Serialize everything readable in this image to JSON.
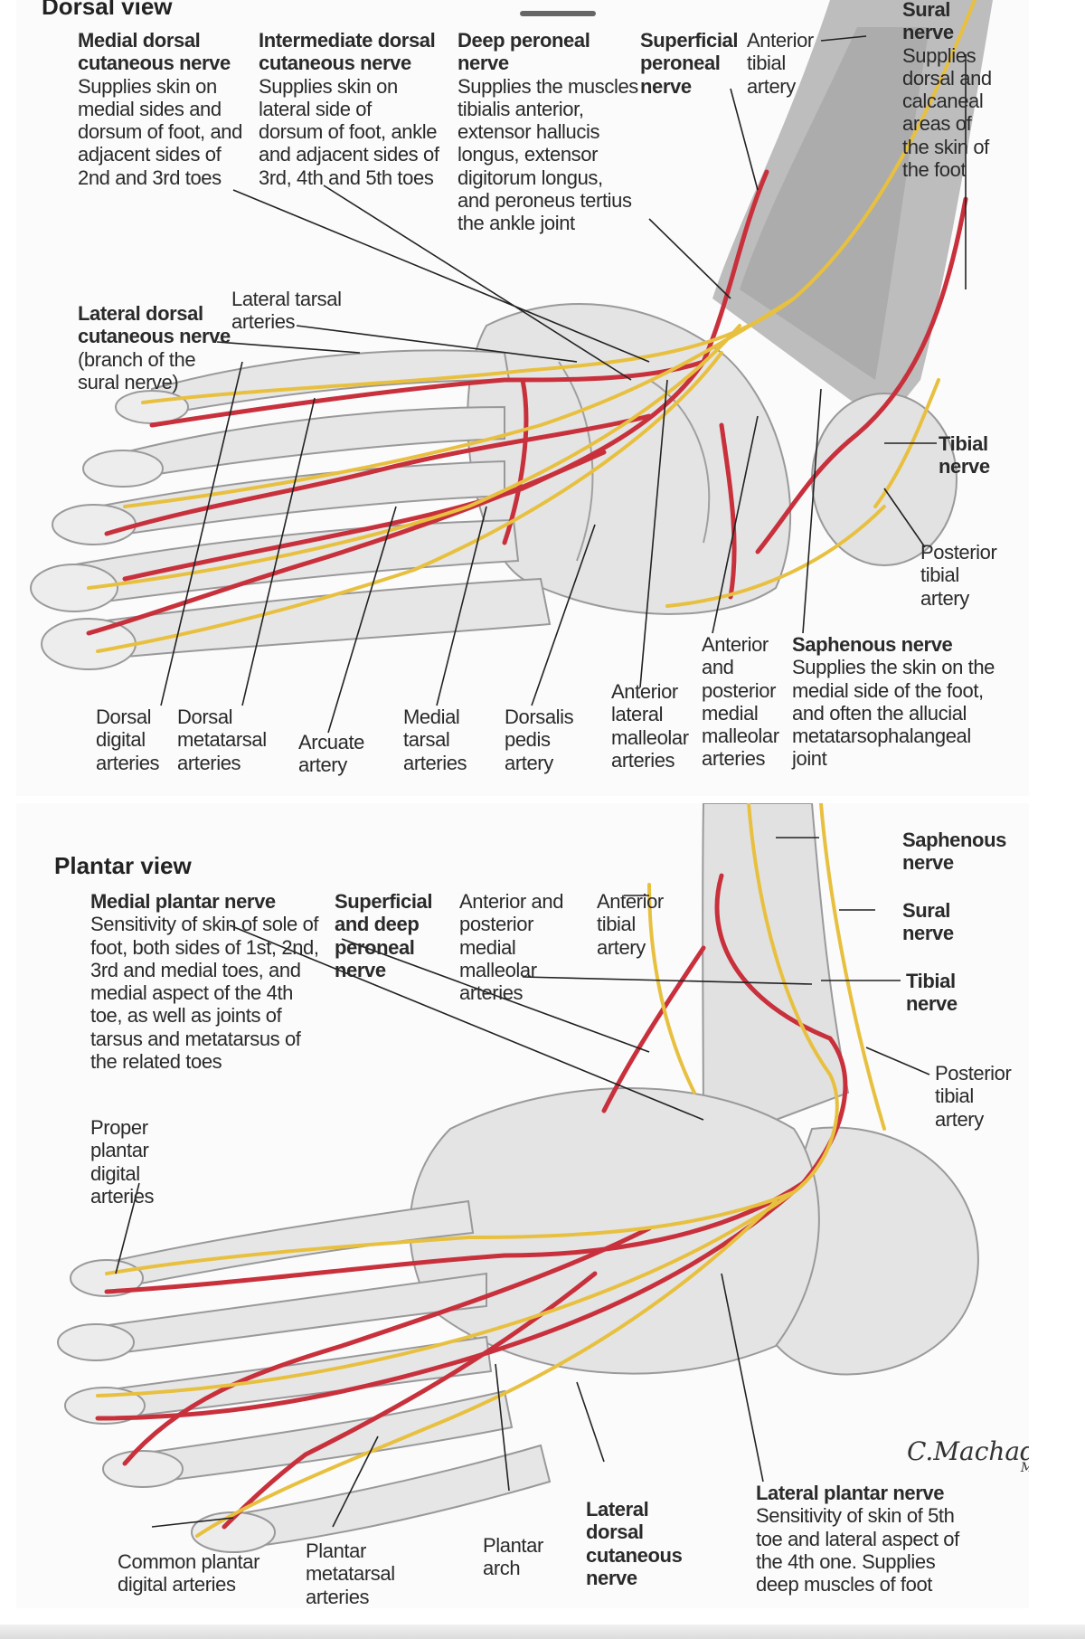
{
  "dorsal": {
    "title": "Dorsal view",
    "labels": {
      "medial_dorsal": {
        "name": "Medial dorsal cutaneous nerve",
        "desc": "Supplies skin on medial sides and dorsum of foot, and adjacent sides of 2nd and 3rd toes"
      },
      "intermediate_dorsal": {
        "name": "Intermediate dorsal cutaneous nerve",
        "desc": "Supplies skin on lateral side of dorsum of foot, ankle and adjacent sides of 3rd, 4th and 5th toes"
      },
      "deep_peroneal": {
        "name": "Deep peroneal nerve",
        "desc": "Supplies the muscles tibialis anterior, extensor hallucis longus, extensor digitorum longus, and peroneus tertius the ankle joint"
      },
      "superficial_peroneal": {
        "name": "Superficial peroneal nerve"
      },
      "anterior_tibial": {
        "desc": "Anterior tibial artery"
      },
      "sural": {
        "name": "Sural nerve",
        "desc": "Supplies dorsal and calcaneal areas of the skin of the foot"
      },
      "lateral_tarsal": {
        "desc": "Lateral tarsal arteries"
      },
      "lateral_dorsal": {
        "name": "Lateral dorsal cutaneous nerve",
        "desc": "(branch of the sural nerve)"
      },
      "tibial": {
        "name": "Tibial nerve"
      },
      "posterior_tibial": {
        "desc": "Posterior tibial artery"
      },
      "ant_post_medial": {
        "desc": "Anterior and posterior medial malleolar arteries"
      },
      "saphenous": {
        "name": "Saphenous nerve",
        "desc": "Supplies the skin on the medial side of the foot, and often the allucial metatarsophalangeal joint"
      },
      "dorsal_digital": {
        "desc": "Dorsal digital arteries"
      },
      "dorsal_metatarsal": {
        "desc": "Dorsal metatarsal arteries"
      },
      "arcuate": {
        "desc": "Arcuate artery"
      },
      "medial_tarsal": {
        "desc": "Medial tarsal arteries"
      },
      "dorsalis_pedis": {
        "desc": "Dorsalis pedis artery"
      },
      "ant_lateral_malleolar": {
        "desc": "Anterior lateral malleolar arteries"
      }
    }
  },
  "plantar": {
    "title": "Plantar view",
    "labels": {
      "medial_plantar": {
        "name": "Medial plantar nerve",
        "desc": "Sensitivity of skin of sole of foot, both sides of 1st, 2nd, 3rd and medial toes, and medial aspect of the 4th toe, as well as joints of tarsus and metatarsus of the related toes"
      },
      "superficial_deep_peroneal": {
        "name": "Superficial and deep peroneal nerve"
      },
      "ant_post_medial_malleolar": {
        "desc": "Anterior and posterior medial malleolar arteries"
      },
      "anterior_tibial": {
        "desc": "Anterior tibial artery"
      },
      "saphenous": {
        "name": "Saphenous nerve"
      },
      "sural": {
        "name": "Sural nerve"
      },
      "tibial": {
        "name": "Tibial nerve"
      },
      "posterior_tibial": {
        "desc": "Posterior tibial artery"
      },
      "proper_plantar_digital": {
        "desc": "Proper plantar digital arteries"
      },
      "lateral_plantar": {
        "name": "Lateral plantar nerve",
        "desc": "Sensitivity of skin of 5th toe and lateral aspect of the 4th one. Supplies deep muscles of foot"
      },
      "lateral_dorsal_cutaneous": {
        "name": "Lateral dorsal cutaneous nerve"
      },
      "plantar_arch": {
        "desc": "Plantar arch"
      },
      "plantar_metatarsal": {
        "desc": "Plantar metatarsal arteries"
      },
      "common_plantar_digital": {
        "desc": "Common plantar digital arteries"
      }
    },
    "signature": "C.Machado",
    "signature_suffix": "M.D."
  },
  "colors": {
    "nerve": "#e8c040",
    "artery": "#c8303c",
    "bone": "#e6e6e6",
    "bone_shadow": "#a9a9a9",
    "leader": "#222222"
  }
}
